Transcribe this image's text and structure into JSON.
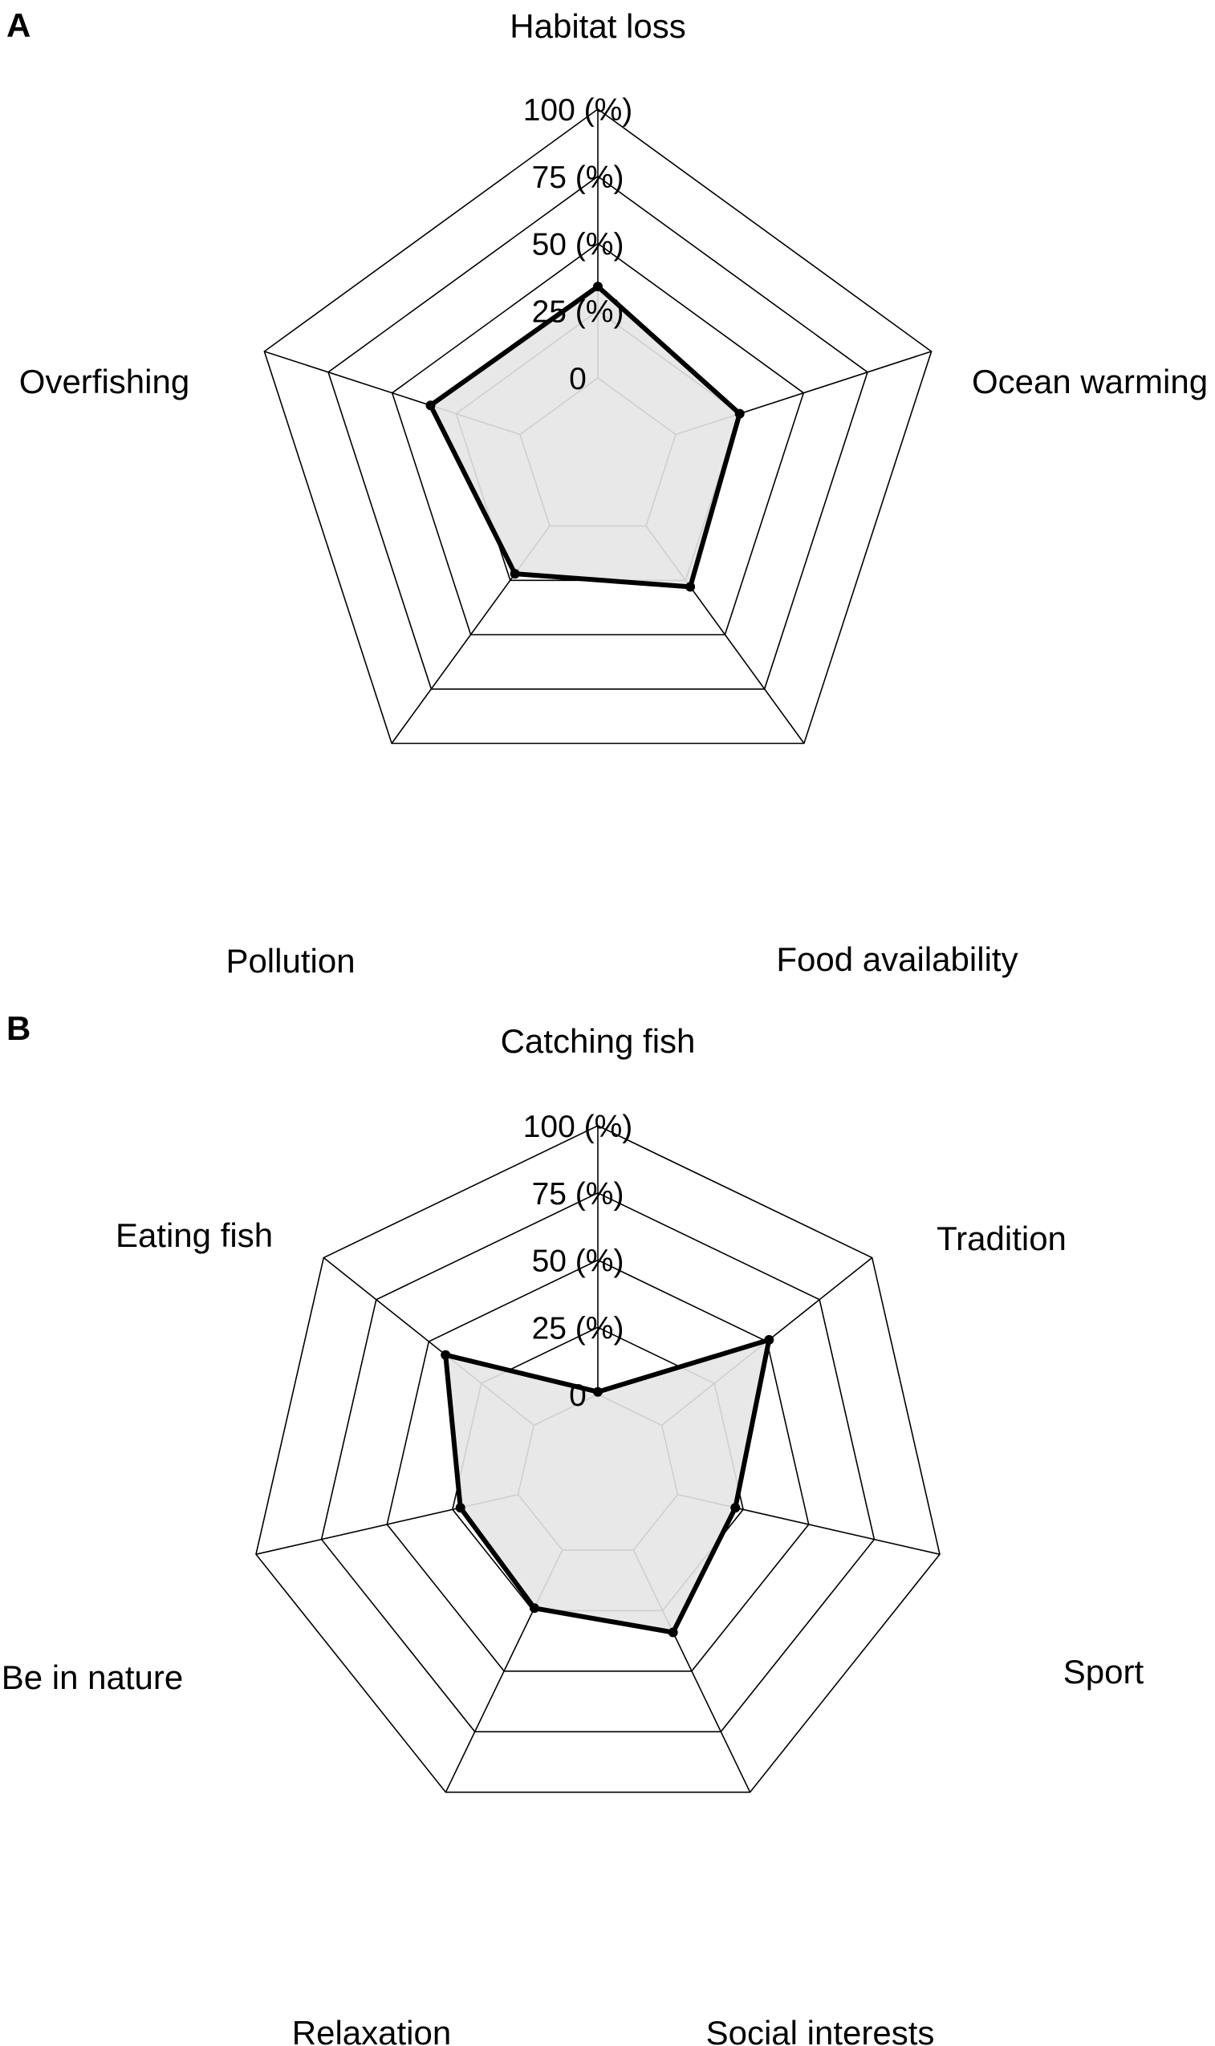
{
  "chart_data": [
    {
      "type": "radar",
      "panel": "A",
      "categories": [
        "Habitat loss",
        "Ocean warming",
        "Food availability",
        "Pollution",
        "Overfishing"
      ],
      "values": [
        34,
        25,
        28,
        22,
        35
      ],
      "rlim": [
        0,
        100
      ],
      "ticks": [
        "0",
        "25 (%)",
        "50 (%)",
        "75 (%)",
        "100 (%)"
      ],
      "fill_color": "#e6e6e6",
      "line_color": "#000000",
      "grid_color": "#000000"
    },
    {
      "type": "radar",
      "panel": "B",
      "categories": [
        "Catching fish",
        "Tradition",
        "Sport",
        "Social interests",
        "Relaxation",
        "Be in nature",
        "Eating fish"
      ],
      "values": [
        1,
        51,
        22,
        34,
        24,
        22,
        42
      ],
      "rlim": [
        0,
        100
      ],
      "ticks": [
        "0",
        "25 (%)",
        "50 (%)",
        "75 (%)",
        "100 (%)"
      ],
      "fill_color": "#e6e6e6",
      "line_color": "#000000",
      "grid_color": "#000000"
    }
  ]
}
